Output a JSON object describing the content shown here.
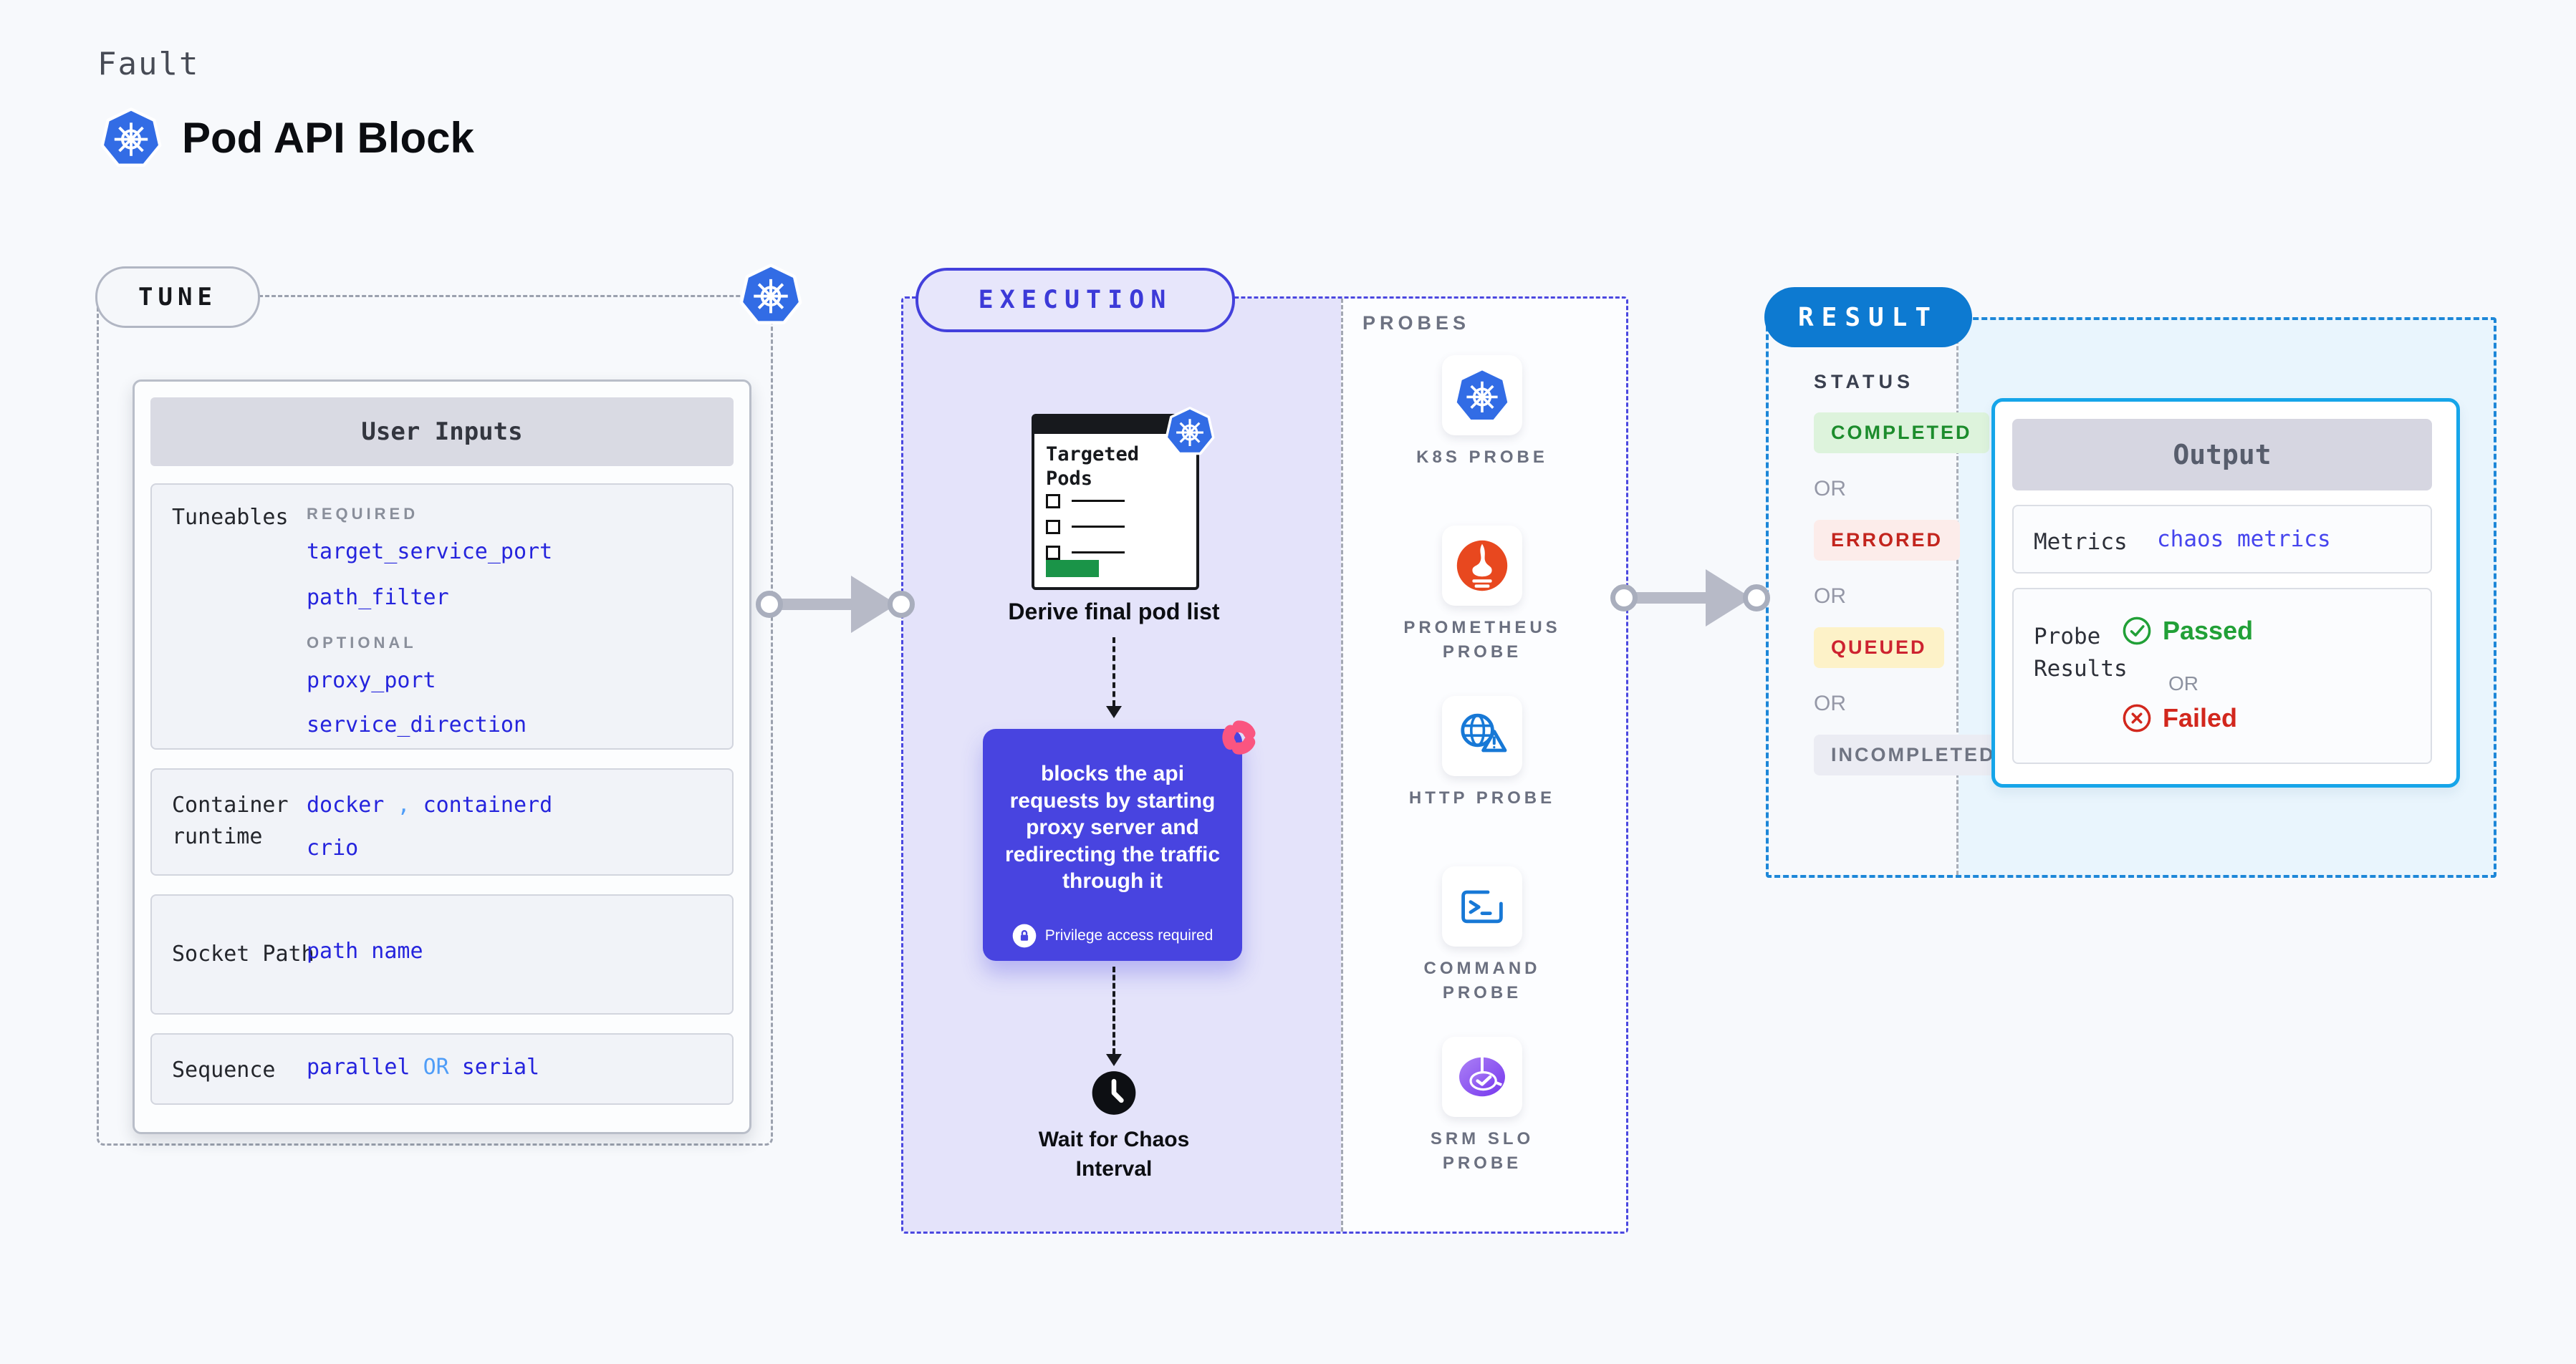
{
  "header": {
    "kicker": "Fault",
    "title": "Pod API Block"
  },
  "tune": {
    "badge": "TUNE",
    "card_title": "User Inputs",
    "tuneables": {
      "label": "Tuneables",
      "required_heading": "REQUIRED",
      "required": [
        "target_service_port",
        "path_filter"
      ],
      "optional_heading": "OPTIONAL",
      "optional": [
        "proxy_port",
        "service_direction"
      ]
    },
    "container_runtime": {
      "label": "Container runtime",
      "value1": "docker",
      "separator": ",",
      "value2": "containerd",
      "value3": "crio"
    },
    "socket_path": {
      "label": "Socket Path",
      "value": "path name"
    },
    "sequence": {
      "label": "Sequence",
      "value1": "parallel",
      "connector": "OR",
      "value2": "serial"
    }
  },
  "execution": {
    "badge": "EXECUTION",
    "targeted_pods": {
      "title": "Targeted Pods"
    },
    "derive_label": "Derive final pod list",
    "action_text": "blocks the api requests by starting proxy server and redirecting the traffic through it",
    "privilege_note": "Privilege access required",
    "wait_label": "Wait for Chaos Interval"
  },
  "probes": {
    "heading": "PROBES",
    "items": [
      {
        "label": "K8S PROBE",
        "icon": "kubernetes-icon"
      },
      {
        "label": "PROMETHEUS PROBE",
        "icon": "prometheus-icon"
      },
      {
        "label": "HTTP PROBE",
        "icon": "http-globe-warning-icon"
      },
      {
        "label": "COMMAND PROBE",
        "icon": "terminal-icon"
      },
      {
        "label": "SRM SLO PROBE",
        "icon": "slo-pie-check-icon"
      }
    ]
  },
  "result": {
    "badge": "RESULT",
    "status_heading": "STATUS",
    "or_label": "OR",
    "statuses": [
      {
        "label": "COMPLETED",
        "fg": "#1c8c2c",
        "bg": "#ddf3dc"
      },
      {
        "label": "ERRORED",
        "fg": "#c3251e",
        "bg": "#fcecea"
      },
      {
        "label": "QUEUED",
        "fg": "#cd2330",
        "bg": "#fdf2c8"
      },
      {
        "label": "INCOMPLETED",
        "fg": "#6f7482",
        "bg": "#ebecf3"
      }
    ],
    "output": {
      "title": "Output",
      "metrics_label": "Metrics",
      "metrics_value": "chaos metrics",
      "probe_results_label": "Probe Results",
      "passed_label": "Passed",
      "or_label": "OR",
      "failed_label": "Failed"
    }
  },
  "colors": {
    "kubernetes_blue": "#326ce5",
    "accent_indigo": "#4844e0",
    "code_blue": "#2524dd",
    "connector_light_blue": "#4f9df8",
    "result_badge_blue": "#0d7ad1",
    "output_border_cyan": "#16a5e9",
    "passed_green": "#21a037",
    "failed_red": "#d2271d",
    "prometheus_orange": "#e8481f",
    "probe_icon_blue": "#1778d6",
    "srm_purple": "#8b52f1",
    "chaos_pink": "#fa5580",
    "targeted_pods_green": "#1a9448"
  }
}
